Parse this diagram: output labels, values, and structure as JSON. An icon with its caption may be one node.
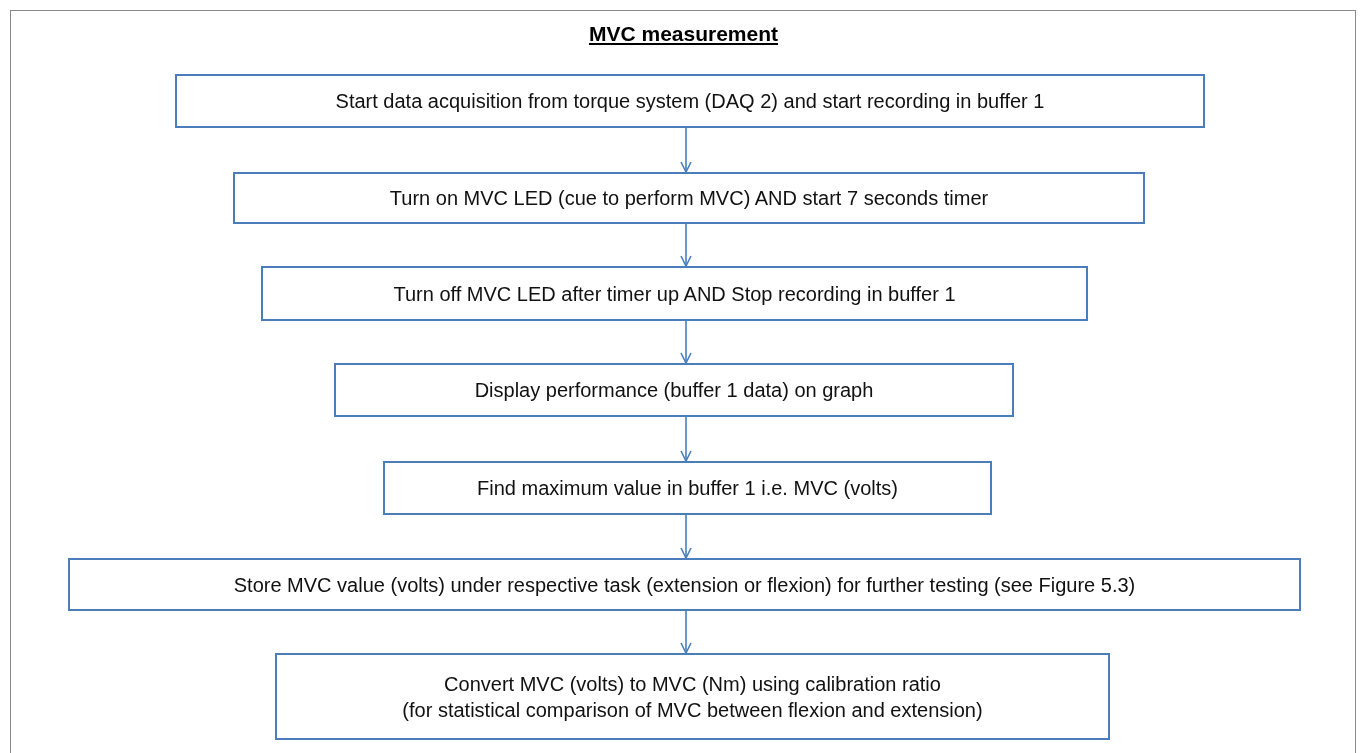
{
  "diagram": {
    "title": "MVC measurement",
    "nodes": [
      {
        "text": [
          "Start data acquisition from torque system (DAQ 2) and start recording in buffer 1"
        ]
      },
      {
        "text": [
          "Turn on MVC LED (cue to  perform MVC) AND start 7 seconds timer"
        ]
      },
      {
        "text": [
          "Turn off MVC LED after timer up AND Stop recording in buffer 1"
        ]
      },
      {
        "text": [
          "Display performance (buffer 1 data) on graph"
        ]
      },
      {
        "text": [
          "Find maximum value in buffer 1 i.e. MVC (volts)"
        ]
      },
      {
        "text": [
          "Store MVC value (volts) under respective task (extension or flexion) for further testing (see Figure 5.3)"
        ]
      },
      {
        "text": [
          "Convert MVC (volts) to MVC (Nm) using calibration ratio",
          "(for statistical comparison of MVC between flexion and extension)"
        ]
      }
    ],
    "edges": [
      {
        "from": 0,
        "to": 1,
        "arrow": "to"
      },
      {
        "from": 1,
        "to": 2,
        "arrow": "to"
      },
      {
        "from": 2,
        "to": 3,
        "arrow": "to"
      },
      {
        "from": 3,
        "to": 4,
        "arrow": "to"
      },
      {
        "from": 4,
        "to": 5,
        "arrow": "to"
      },
      {
        "from": 5,
        "to": 6,
        "arrow": "to"
      }
    ]
  }
}
